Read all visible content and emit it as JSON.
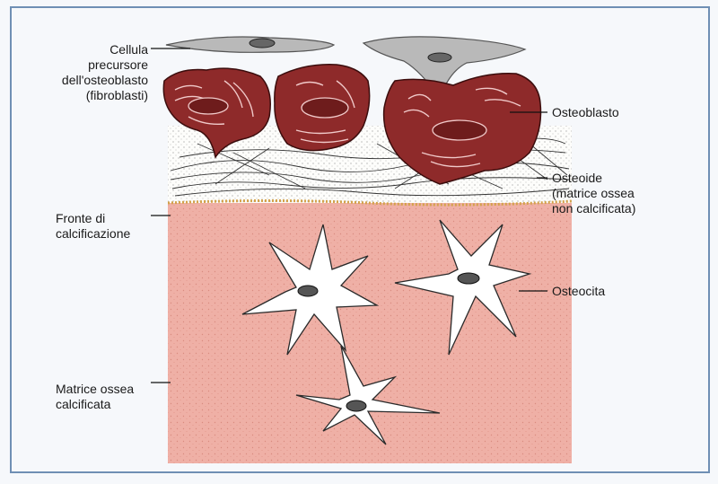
{
  "figure": {
    "colors": {
      "page_background": "#f6f8fb",
      "frame_border": "#6f8fb4",
      "calcified_matrix": "#efb0a6",
      "osteoid_background": "#fdfdfb",
      "osteoblast_fill": "#8e2a2a",
      "precursor_fill": "#b9b9b9",
      "osteocyte_fill": "#ffffff"
    },
    "labels": {
      "precursor_cell": "Cellula\nprecursore\ndell'osteoblasto\n(fibroblasti)",
      "osteoblast": "Osteoblasto",
      "osteoid": "Osteoide\n(matrice ossea\nnon calcificata)",
      "calcification_front": "Fronte di\ncalcificazione",
      "osteocyte": "Osteocita",
      "calcified_matrix": "Matrice ossea\ncalcificata"
    }
  }
}
